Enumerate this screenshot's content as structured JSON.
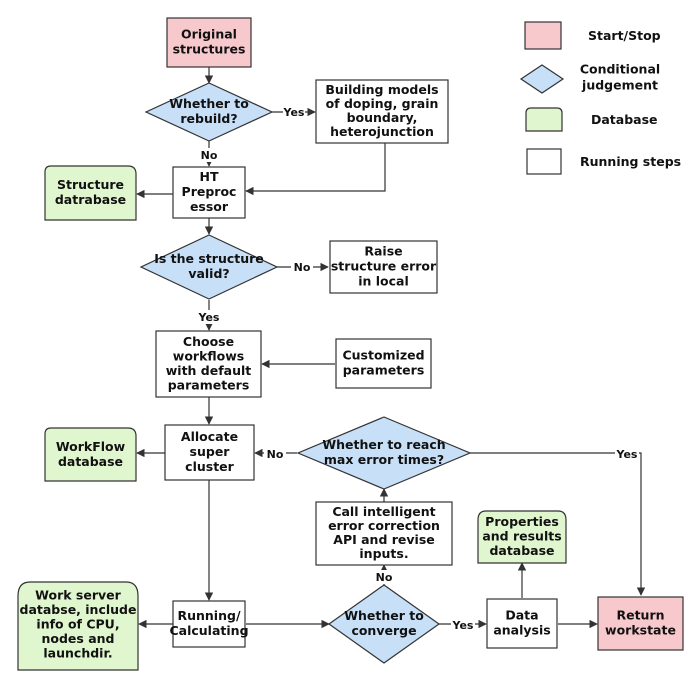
{
  "colors": {
    "start_stop": "#f8c9cc",
    "condition": "#c7dff7",
    "database": "#e0f6cf",
    "step": "#ffffff",
    "line": "#333333"
  },
  "legend": {
    "start_stop": "Start/Stop",
    "conditional_lines": [
      "Conditional",
      "judgement"
    ],
    "database": "Database",
    "running_steps": "Running steps"
  },
  "nodes": {
    "original": [
      "Original",
      "structures"
    ],
    "rebuild": [
      "Whether to",
      "rebuild?"
    ],
    "building": [
      "Building models",
      "of  doping, grain",
      "boundary,",
      "heterojunction"
    ],
    "preproc": [
      "HT",
      "Preproc",
      "essor"
    ],
    "structure_db": [
      "Structure",
      "datrabase"
    ],
    "valid": [
      "Is the structure",
      "valid?"
    ],
    "raise": [
      "Raise",
      "structure error",
      "in local"
    ],
    "choose": [
      "Choose",
      "workflows",
      "with default",
      "parameters"
    ],
    "customized": [
      "Customized",
      "parameters"
    ],
    "allocate": [
      "Allocate",
      "super",
      "cluster"
    ],
    "workflow_db": [
      "WorkFlow",
      "database"
    ],
    "max_error": [
      "Whether to reach",
      "max error times?"
    ],
    "call_api": [
      "Call intelligent",
      "error correction",
      "API and revise",
      "inputs."
    ],
    "properties_db": [
      "Properties",
      "and results",
      "database"
    ],
    "work_server_db": [
      "Work server",
      "databse,  include",
      "info of CPU,",
      "nodes and",
      "launchdir."
    ],
    "running": [
      "Running/",
      "Calculating"
    ],
    "converge": [
      "Whether to",
      "converge"
    ],
    "data_analysis": [
      "Data",
      "analysis"
    ],
    "return": [
      "Return",
      "workstate"
    ]
  },
  "edge_labels": {
    "rebuild_yes": "Yes",
    "rebuild_no": "No",
    "valid_no": "No",
    "valid_yes": "Yes",
    "max_no": "No",
    "max_yes": "Yes",
    "converge_no": "No",
    "converge_yes": "Yes"
  }
}
